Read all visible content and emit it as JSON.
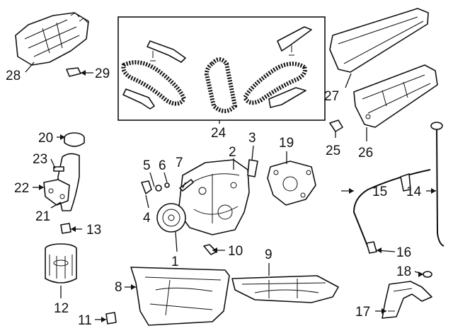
{
  "diagram": {
    "callouts": [
      {
        "id": "1",
        "label": "1"
      },
      {
        "id": "2",
        "label": "2"
      },
      {
        "id": "3",
        "label": "3"
      },
      {
        "id": "4",
        "label": "4"
      },
      {
        "id": "5",
        "label": "5"
      },
      {
        "id": "6",
        "label": "6"
      },
      {
        "id": "7",
        "label": "7"
      },
      {
        "id": "8",
        "label": "8"
      },
      {
        "id": "9",
        "label": "9"
      },
      {
        "id": "10",
        "label": "10"
      },
      {
        "id": "11",
        "label": "11"
      },
      {
        "id": "12",
        "label": "12"
      },
      {
        "id": "13",
        "label": "13"
      },
      {
        "id": "14",
        "label": "14"
      },
      {
        "id": "15",
        "label": "15"
      },
      {
        "id": "16",
        "label": "16"
      },
      {
        "id": "17",
        "label": "17"
      },
      {
        "id": "18",
        "label": "18"
      },
      {
        "id": "19",
        "label": "19"
      },
      {
        "id": "20",
        "label": "20"
      },
      {
        "id": "21",
        "label": "21"
      },
      {
        "id": "22",
        "label": "22"
      },
      {
        "id": "23",
        "label": "23"
      },
      {
        "id": "24",
        "label": "24"
      },
      {
        "id": "25",
        "label": "25"
      },
      {
        "id": "26",
        "label": "26"
      },
      {
        "id": "27",
        "label": "27"
      },
      {
        "id": "28",
        "label": "28"
      },
      {
        "id": "29",
        "label": "29"
      }
    ]
  }
}
